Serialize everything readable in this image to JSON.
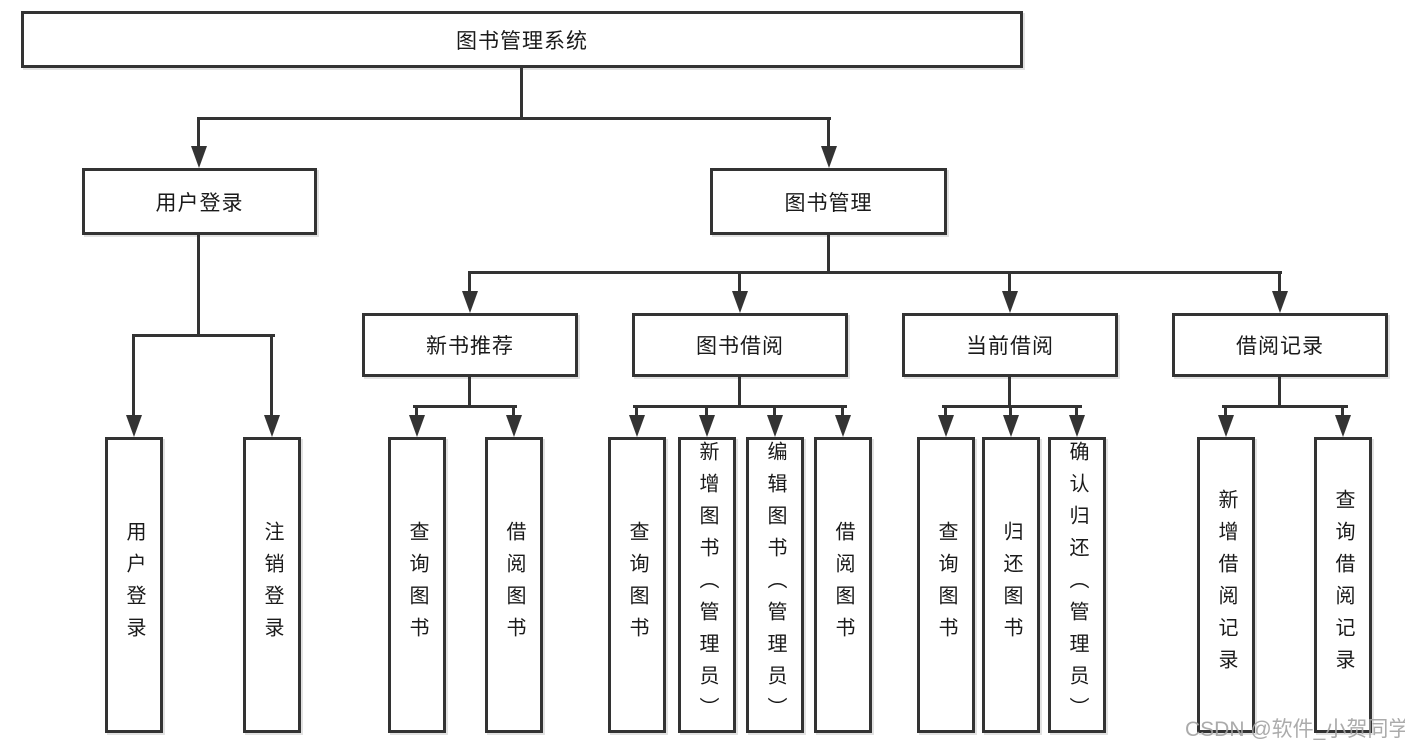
{
  "diagram": {
    "root": {
      "label": "图书管理系统"
    },
    "level2": [
      {
        "label": "用户登录"
      },
      {
        "label": "图书管理"
      }
    ],
    "level3": [
      {
        "label": "新书推荐"
      },
      {
        "label": "图书借阅"
      },
      {
        "label": "当前借阅"
      },
      {
        "label": "借阅记录"
      }
    ],
    "leaves": {
      "login": [
        {
          "label": "用户登录"
        },
        {
          "label": "注销登录"
        }
      ],
      "recommend": [
        {
          "label": "查询图书"
        },
        {
          "label": "借阅图书"
        }
      ],
      "borrow": [
        {
          "label": "查询图书"
        },
        {
          "label": "新增图书（管理员）"
        },
        {
          "label": "编辑图书（管理员）"
        },
        {
          "label": "借阅图书"
        }
      ],
      "current": [
        {
          "label": "查询图书"
        },
        {
          "label": "归还图书"
        },
        {
          "label": "确认归还（管理员）"
        }
      ],
      "records": [
        {
          "label": "新增借阅记录"
        },
        {
          "label": "查询借阅记录"
        }
      ]
    }
  },
  "watermark": {
    "text": "CSDN @软件_小贺同学"
  },
  "colors": {
    "line": "#333333",
    "border": "#333333",
    "box_fill": "#ffffff",
    "text": "#1a1a1a",
    "background": "#ffffff",
    "watermark": "#a3a3a3"
  }
}
